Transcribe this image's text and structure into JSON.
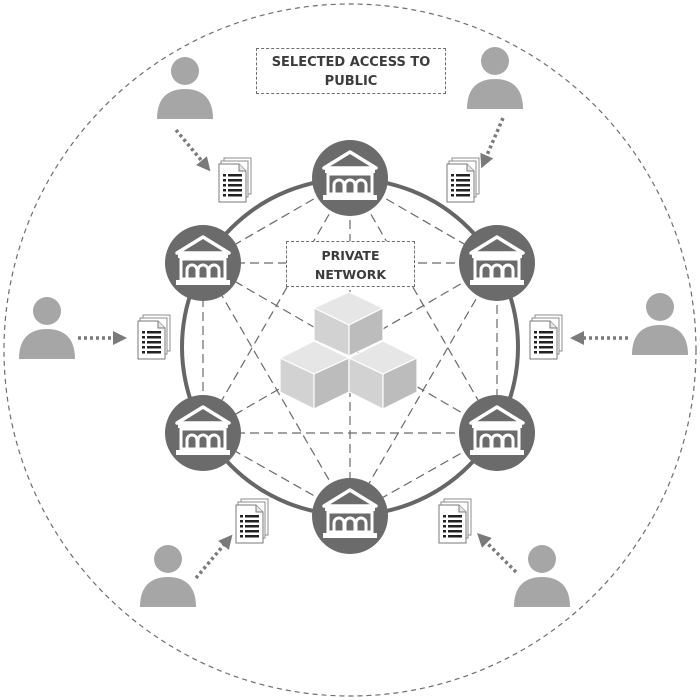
{
  "public_label": {
    "line1": "SELECTED ACCESS TO",
    "line2": "PUBLIC"
  },
  "private_label": {
    "line1": "PRIVATE",
    "line2": "NETWORK"
  },
  "colors": {
    "node_fill": "#6b6b6b",
    "ring": "#666666",
    "dashed_lines": "#6a6a6a",
    "person": "#a6a6a6",
    "arrow": "#7a7a7a",
    "cube": "#d2d2d2"
  },
  "icons": {
    "node": "bank-building-icon",
    "user": "person-icon",
    "document": "document-stack-icon",
    "center": "blockchain-cubes-icon"
  }
}
